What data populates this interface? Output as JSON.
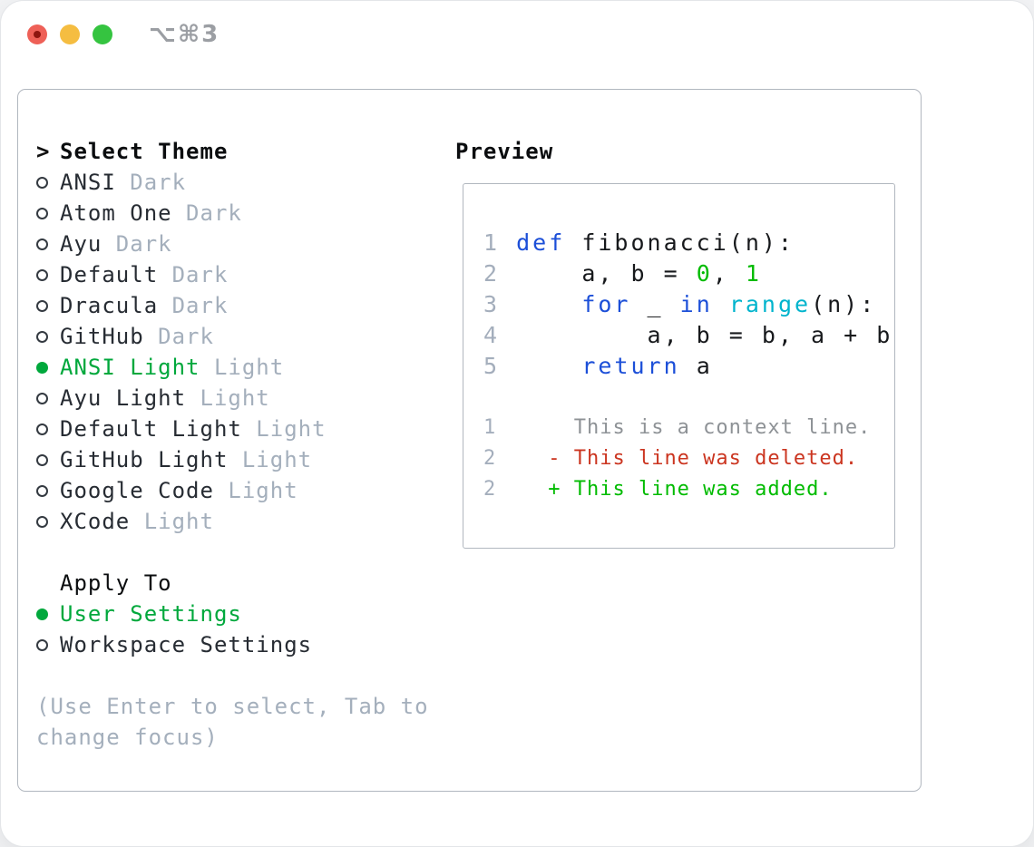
{
  "window": {
    "title_shortcut": "⌥⌘3",
    "traffic_lights": [
      "close",
      "minimize",
      "zoom"
    ]
  },
  "theme_list": {
    "prompt": ">",
    "title": "Select Theme",
    "items": [
      {
        "label": "ANSI",
        "tag": "Dark",
        "selected": false
      },
      {
        "label": "Atom One",
        "tag": "Dark",
        "selected": false
      },
      {
        "label": "Ayu",
        "tag": "Dark",
        "selected": false
      },
      {
        "label": "Default",
        "tag": "Dark",
        "selected": false
      },
      {
        "label": "Dracula",
        "tag": "Dark",
        "selected": false
      },
      {
        "label": "GitHub",
        "tag": "Dark",
        "selected": false
      },
      {
        "label": "ANSI Light",
        "tag": "Light",
        "selected": true
      },
      {
        "label": "Ayu Light",
        "tag": "Light",
        "selected": false
      },
      {
        "label": "Default Light",
        "tag": "Light",
        "selected": false
      },
      {
        "label": "GitHub Light",
        "tag": "Light",
        "selected": false
      },
      {
        "label": "Google Code",
        "tag": "Light",
        "selected": false
      },
      {
        "label": "XCode",
        "tag": "Light",
        "selected": false
      }
    ]
  },
  "apply_to": {
    "title": "Apply To",
    "options": [
      {
        "label": "User Settings",
        "selected": true
      },
      {
        "label": "Workspace Settings",
        "selected": false
      }
    ]
  },
  "help_text": "(Use Enter to select, Tab to change focus)",
  "preview": {
    "title": "Preview",
    "code_lines": [
      {
        "num": "1",
        "tokens": [
          {
            "c": "kw",
            "t": "def"
          },
          {
            "c": "p",
            "t": " fibonacci(n):"
          }
        ]
      },
      {
        "num": "2",
        "tokens": [
          {
            "c": "p",
            "t": "    a, b = "
          },
          {
            "c": "num",
            "t": "0"
          },
          {
            "c": "p",
            "t": ", "
          },
          {
            "c": "num",
            "t": "1"
          }
        ]
      },
      {
        "num": "3",
        "tokens": [
          {
            "c": "p",
            "t": "    "
          },
          {
            "c": "kw",
            "t": "for"
          },
          {
            "c": "p",
            "t": " _ "
          },
          {
            "c": "kw",
            "t": "in"
          },
          {
            "c": "p",
            "t": " "
          },
          {
            "c": "fn",
            "t": "range"
          },
          {
            "c": "p",
            "t": "(n):"
          }
        ]
      },
      {
        "num": "4",
        "tokens": [
          {
            "c": "p",
            "t": "        a, b = b, a + b"
          }
        ]
      },
      {
        "num": "5",
        "tokens": [
          {
            "c": "p",
            "t": "    "
          },
          {
            "c": "kw",
            "t": "return"
          },
          {
            "c": "p",
            "t": " a"
          }
        ]
      }
    ],
    "diff_lines": [
      {
        "num": "1",
        "marker": " ",
        "text": "This is a context line.",
        "kind": "ctx"
      },
      {
        "num": "2",
        "marker": "-",
        "text": "This line was deleted.",
        "kind": "del"
      },
      {
        "num": "2",
        "marker": "+",
        "text": "This line was added.",
        "kind": "add"
      }
    ]
  },
  "colors": {
    "accent_green": "#00a83c",
    "code_green": "#00bb00",
    "code_blue": "#1c4fd8",
    "code_cyan": "#00b4cd",
    "diff_red": "#cb3520",
    "dim_gray": "#a4afbc",
    "line_number_gray": "#a4aebc",
    "context_gray": "#8e9296",
    "traffic_red": "#ee6057",
    "traffic_yellow": "#f5bd41",
    "traffic_green": "#35c440"
  }
}
